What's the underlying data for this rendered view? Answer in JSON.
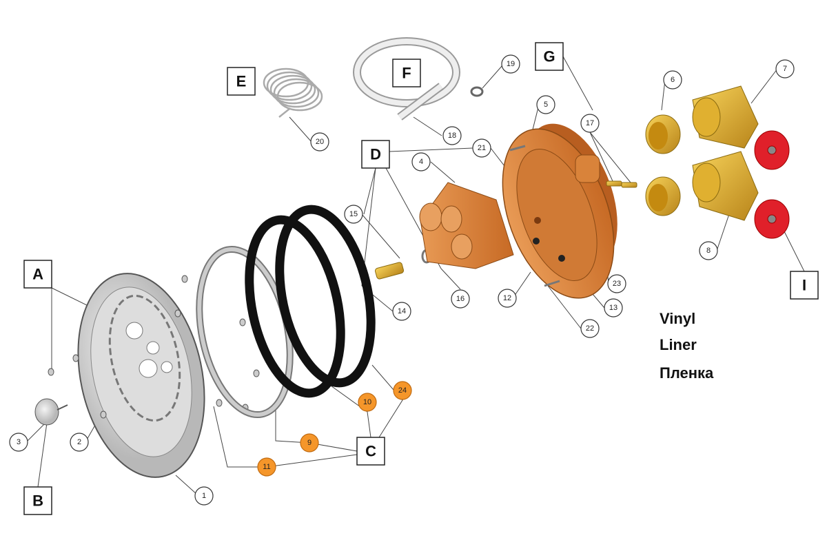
{
  "title": "Exploded parts diagram",
  "group_labels": [
    "A",
    "B",
    "C",
    "D",
    "E",
    "F",
    "G",
    "I"
  ],
  "part_numbers": [
    "1",
    "2",
    "3",
    "4",
    "5",
    "6",
    "7",
    "8",
    "12",
    "13",
    "14",
    "15",
    "16",
    "17",
    "18",
    "19",
    "20",
    "21",
    "22",
    "23"
  ],
  "highlighted_part_numbers": [
    "9",
    "10",
    "11",
    "24"
  ],
  "notes": [
    "Vinyl",
    "Liner",
    "Пленка"
  ],
  "colors": {
    "highlight": "#f5962a",
    "housing": "#d9833a",
    "brass": "#d9a520",
    "handwheel": "#e0202a"
  }
}
